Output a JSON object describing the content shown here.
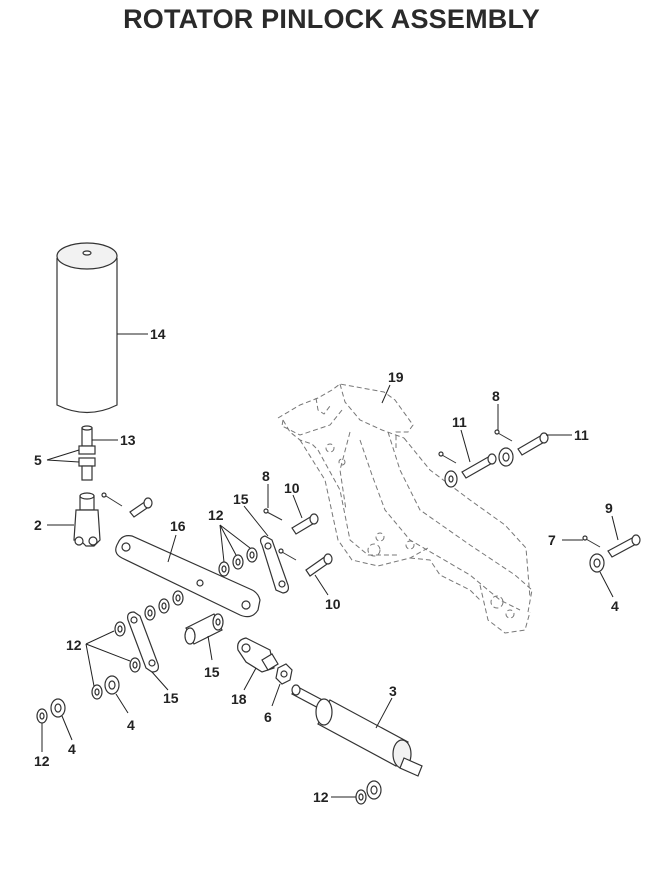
{
  "title": "ROTATOR PINLOCK ASSEMBLY",
  "callouts": {
    "c14": "14",
    "c13": "13",
    "c5": "5",
    "c2": "2",
    "c16": "16",
    "c12a": "12",
    "c15a": "15",
    "c8a": "8",
    "c10a": "10",
    "c10b": "10",
    "c19": "19",
    "c8b": "8",
    "c11a": "11",
    "c11b": "11",
    "c9": "9",
    "c7": "7",
    "c4a": "4",
    "c12b": "12",
    "c15b": "15",
    "c4b": "4",
    "c15c": "15",
    "c18": "18",
    "c6": "6",
    "c3": "3",
    "c12c": "12",
    "c4c": "4",
    "c12d": "12"
  }
}
